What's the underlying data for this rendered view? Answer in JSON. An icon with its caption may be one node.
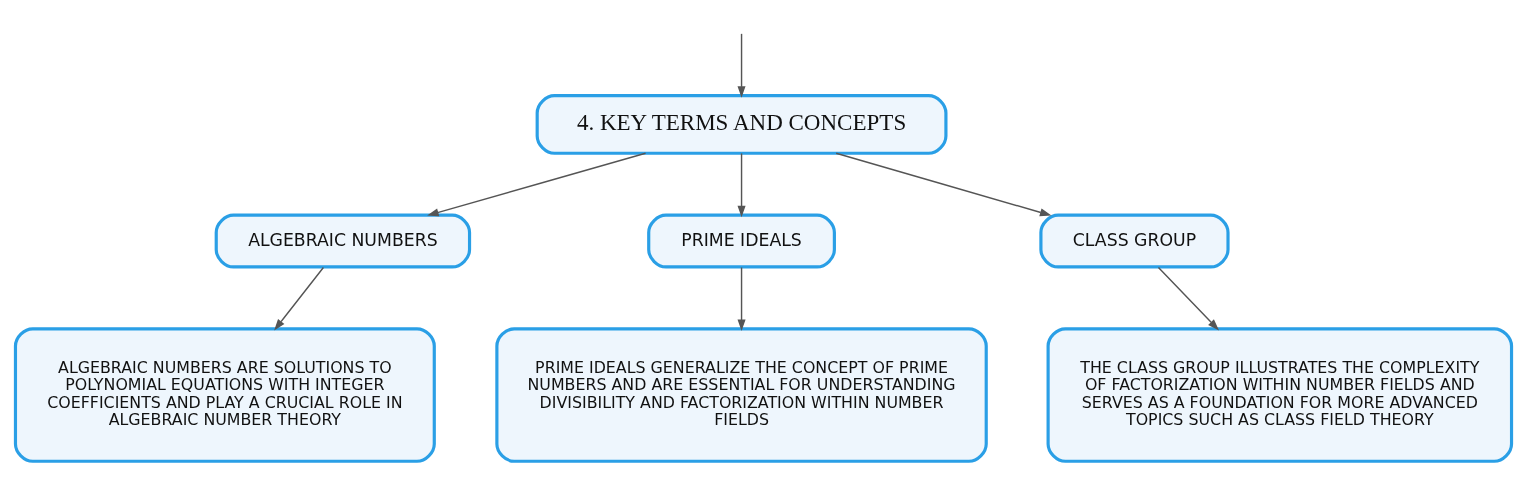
{
  "diagram": {
    "nodes": [
      {
        "text": [
          "4. KEY TERMS AND CONCEPTS"
        ]
      },
      {
        "text": [
          "ALGEBRAIC NUMBERS"
        ]
      },
      {
        "text": [
          "PRIME IDEALS"
        ]
      },
      {
        "text": [
          "CLASS GROUP"
        ]
      },
      {
        "text": [
          "ALGEBRAIC NUMBERS ARE SOLUTIONS TO POLYNOMIAL EQUATIONS WITH INTEGER COEFFICIENTS AND PLAY A CRUCIAL ROLE IN ALGEBRAIC NUMBER THEORY"
        ]
      },
      {
        "text": [
          "PRIME IDEALS GENERALIZE THE CONCEPT OF PRIME NUMBERS AND ARE ESSENTIAL FOR UNDERSTANDING DIVISIBILITY AND FACTORIZATION WITHIN NUMBER FIELDS"
        ]
      },
      {
        "text": [
          "THE CLASS GROUP ILLUSTRATES THE COMPLEXITY OF FACTORIZATION WITHIN NUMBER FIELDS AND SERVES AS A FOUNDATION FOR MORE ADVANCED TOPICS SUCH AS CLASS FIELD THEORY"
        ]
      }
    ],
    "edges": [
      {
        "from": null,
        "to": 0,
        "arrow": "to"
      },
      {
        "from": 0,
        "to": 1,
        "arrow": "to"
      },
      {
        "from": 0,
        "to": 2,
        "arrow": "to"
      },
      {
        "from": 0,
        "to": 3,
        "arrow": "to"
      },
      {
        "from": 1,
        "to": 4,
        "arrow": "to"
      },
      {
        "from": 2,
        "to": 5,
        "arrow": "to"
      },
      {
        "from": 3,
        "to": 6,
        "arrow": "to"
      }
    ]
  }
}
